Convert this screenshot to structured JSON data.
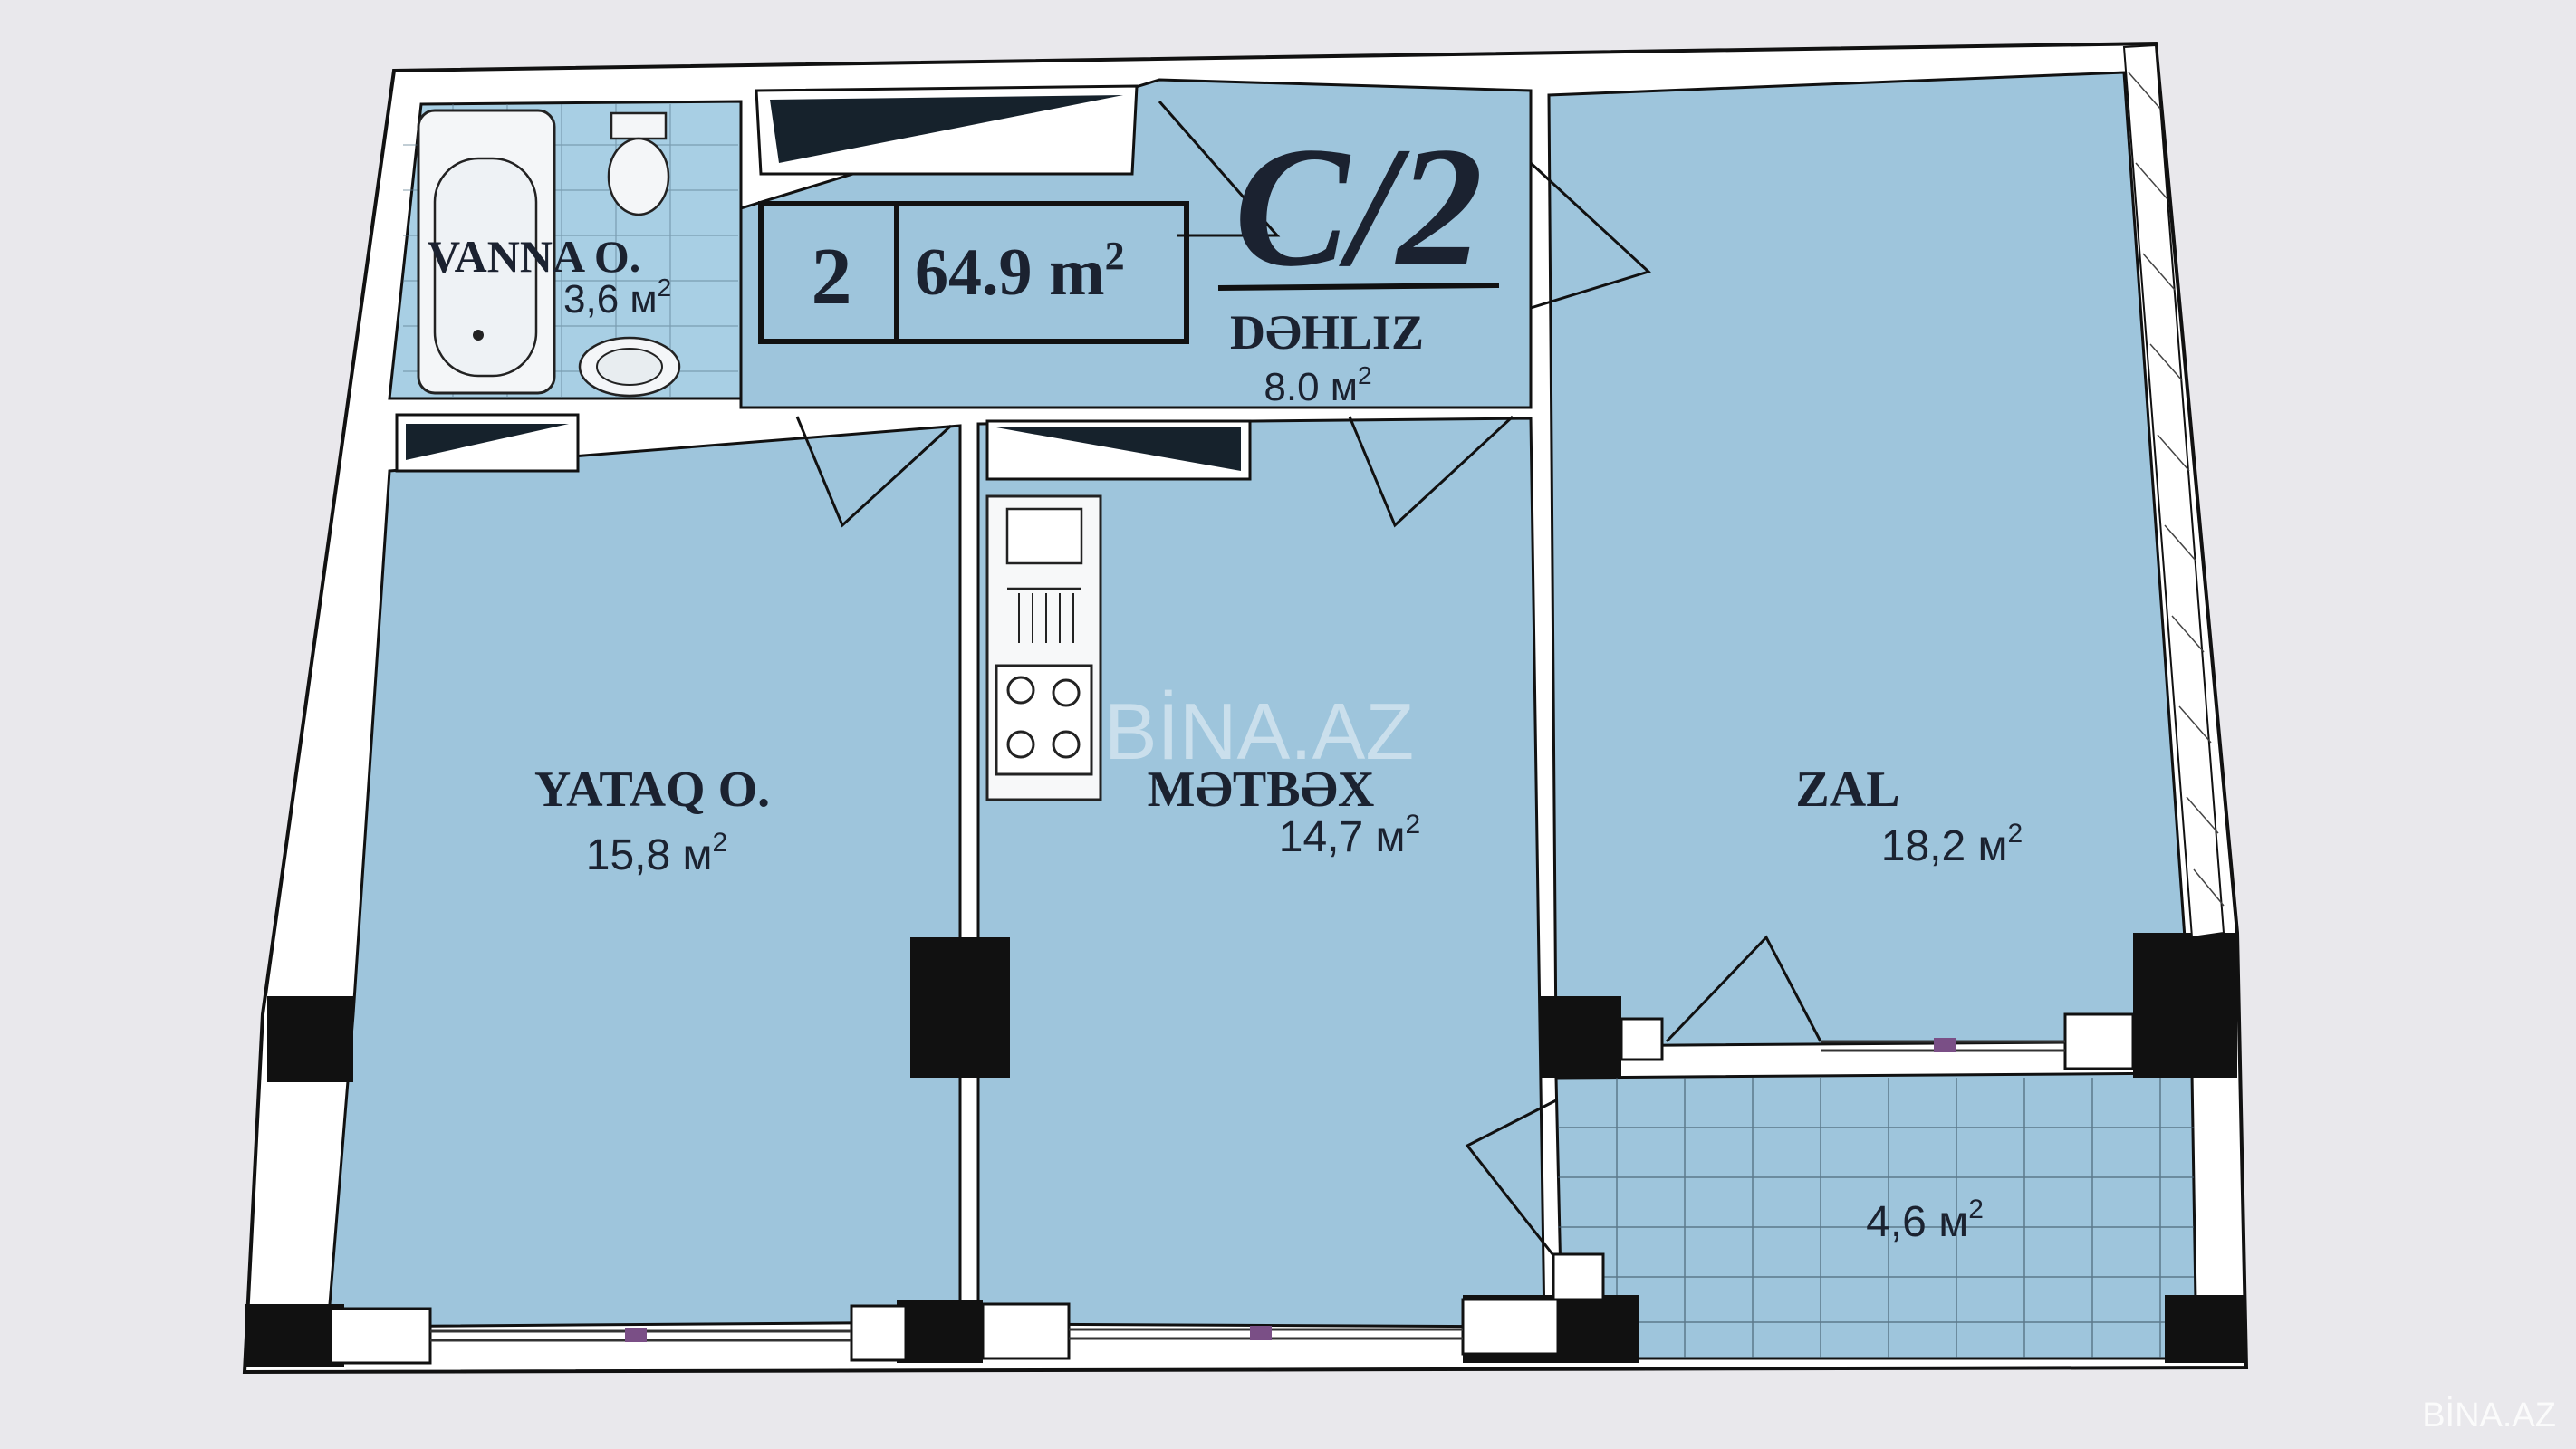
{
  "plan": {
    "block": "C/2",
    "rooms_count": "2",
    "total_area": "64.9 m",
    "total_area_sup": "2",
    "rooms": [
      {
        "name": "VANNA O.",
        "area": "3,6 м",
        "sup": "2"
      },
      {
        "name": "DƏHLIZ",
        "area": "8.0 м",
        "sup": "2"
      },
      {
        "name": "YATAQ O.",
        "area": "15,8 м",
        "sup": "2"
      },
      {
        "name": "MƏTBƏX",
        "area": "14,7 м",
        "sup": "2"
      },
      {
        "name": "ZAL",
        "area": "18,2 м",
        "sup": "2"
      },
      {
        "name": "",
        "area": "4,6 м",
        "sup": "2"
      }
    ]
  },
  "watermark": {
    "center": "BİNA.AZ",
    "corner": "BİNA.AZ"
  },
  "colors": {
    "floor": "#9ec5dc",
    "wall": "#ffffff",
    "outline": "#111111",
    "column": "#111111",
    "page": "#e9e8ec"
  }
}
